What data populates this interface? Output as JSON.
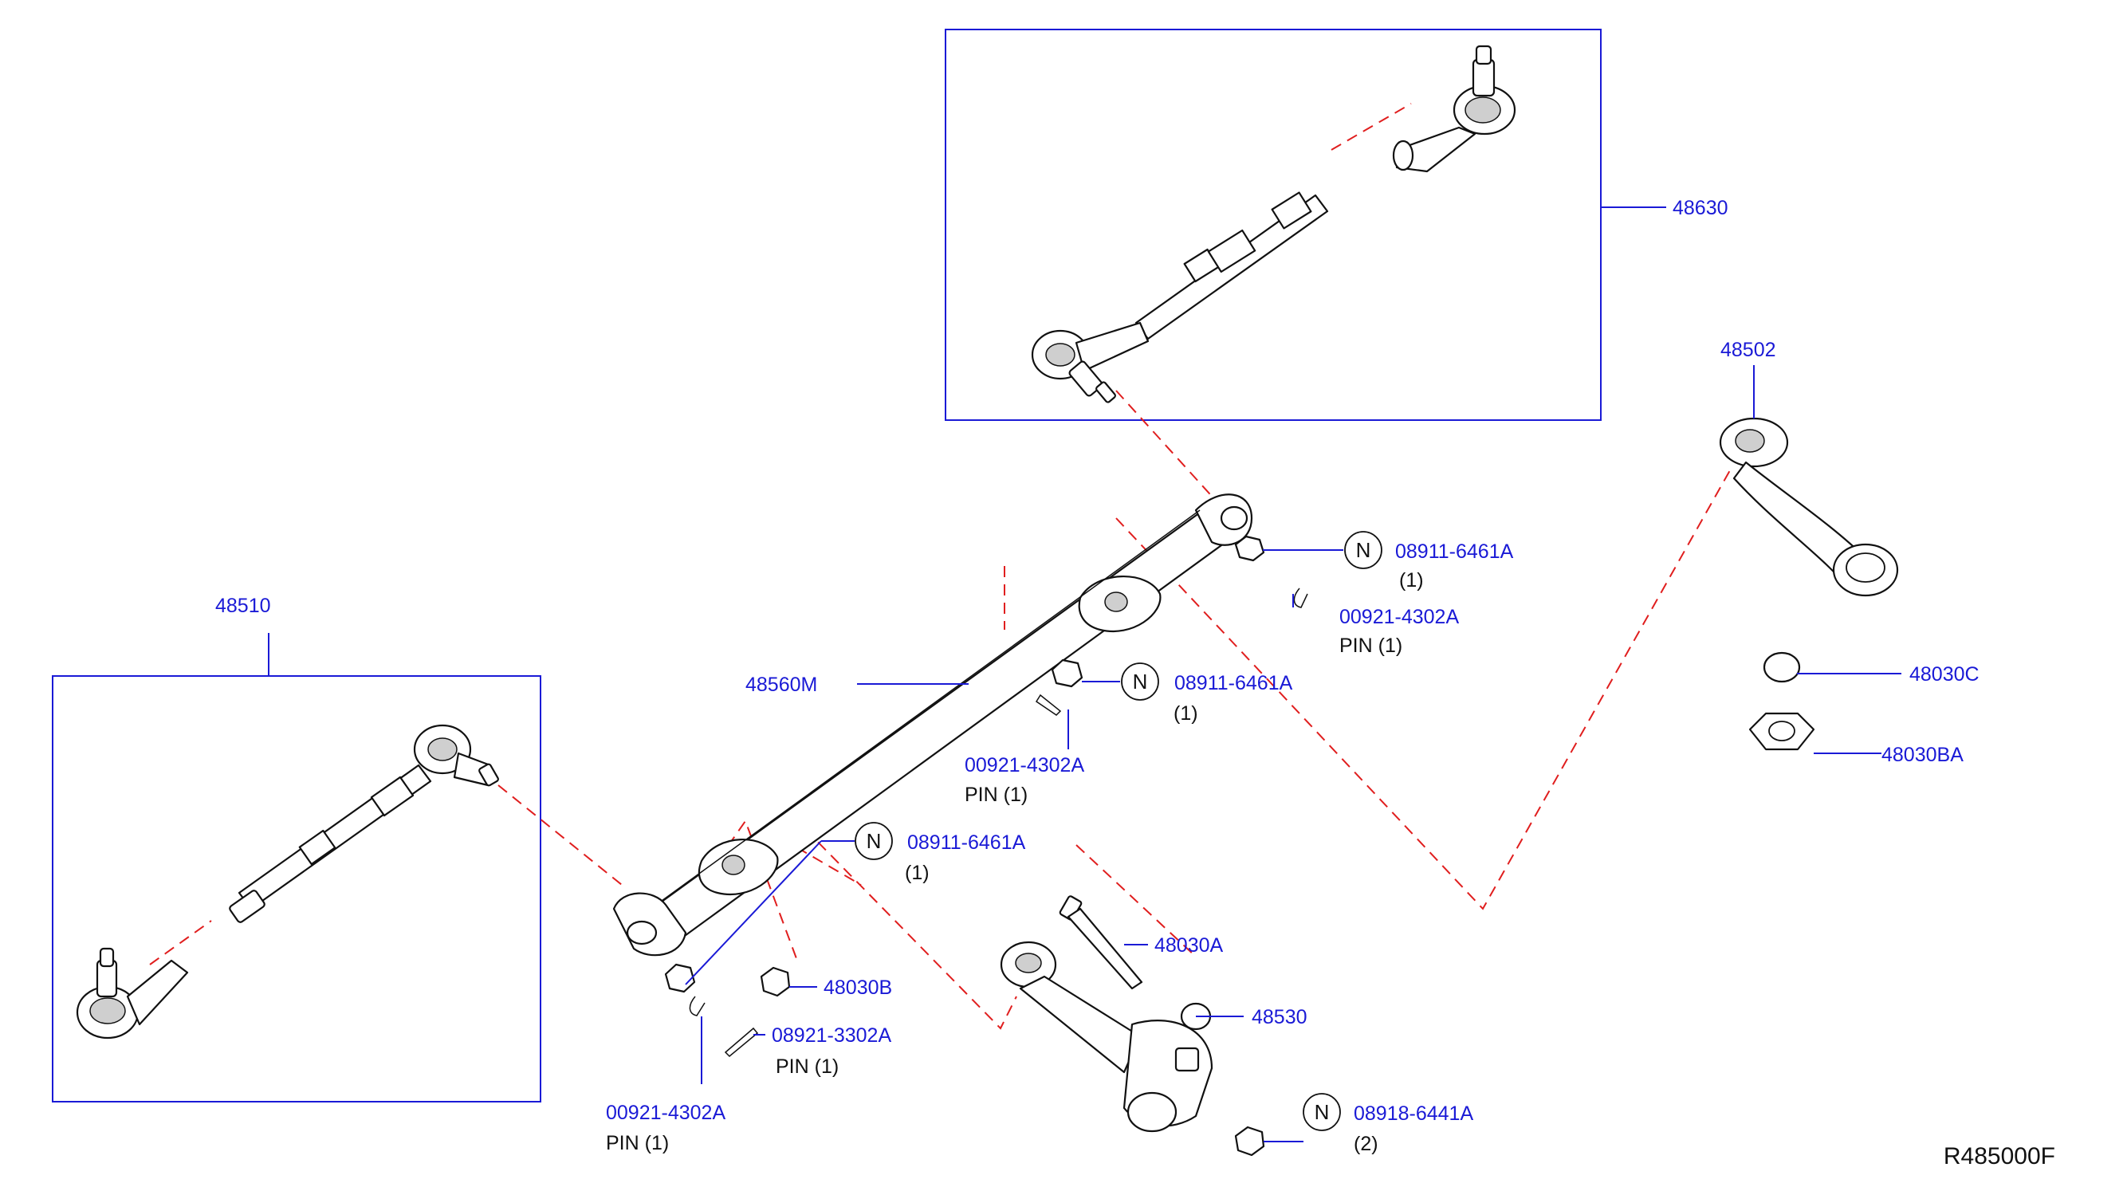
{
  "callouts": {
    "p48630": "48630",
    "p48502": "48502",
    "p48510": "48510",
    "p48560m": "48560M",
    "p08911_a": "08911-6461A",
    "q08911_a": "(1)",
    "p00921_a": "00921-4302A",
    "q00921_a": "PIN   (1)",
    "p08911_b": "08911-6461A",
    "q08911_b": "(1)",
    "p00921_b": "00921-4302A",
    "q00921_b": "PIN   (1)",
    "p08911_c": "08911-6461A",
    "q08911_c": "(1)",
    "p48030c": "48030C",
    "p48030ba": "48030BA",
    "p48030a": "48030A",
    "p48530": "48530",
    "p48030b": "48030B",
    "p08921": "08921-3302A",
    "q08921": "PIN   (1)",
    "p00921_c": "00921-4302A",
    "q00921_c": "PIN   (1)",
    "p08918": "08918-6441A",
    "q08918": "(2)"
  },
  "n_mark": "N",
  "reference_code": "R485000F"
}
